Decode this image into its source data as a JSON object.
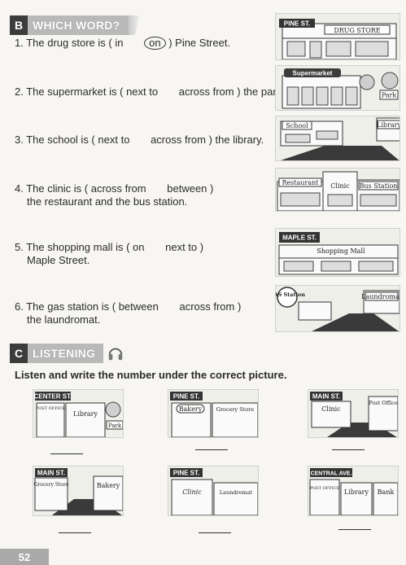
{
  "sectionB": {
    "letter": "B",
    "title": "WHICH WORD?",
    "questions": [
      {
        "num": "1.",
        "pre": "The drug store is (",
        "opt1": "in",
        "opt2": "on",
        "post": ") Pine Street."
      },
      {
        "num": "2.",
        "pre": "The supermarket is (",
        "opt1": "next to",
        "opt2": "across from",
        "post": ") the park."
      },
      {
        "num": "3.",
        "pre": "The school is (",
        "opt1": "next to",
        "opt2": "across from",
        "post": ") the library."
      },
      {
        "num": "4.",
        "pre": "The clinic is (",
        "opt1": "across from",
        "opt2": "between",
        "post": ")",
        "line2": "the restaurant and the bus station."
      },
      {
        "num": "5.",
        "pre": "The shopping mall is (",
        "opt1": "on",
        "opt2": "next to",
        "post": ")",
        "line2": "Maple Street."
      },
      {
        "num": "6.",
        "pre": "The gas station is (",
        "opt1": "between",
        "opt2": "across from",
        "post": ")",
        "line2": "the laundromat."
      }
    ],
    "scenes": {
      "s1": {
        "street": "PINE ST.",
        "store": "DRUG STORE"
      },
      "s2": {
        "store": "Supermarket",
        "park": "Park"
      },
      "s3": {
        "school": "School",
        "library": "Library"
      },
      "s4": {
        "restaurant": "Restaurant",
        "clinic": "Clinic",
        "bus": "Bus Station"
      },
      "s5": {
        "street": "MAPLE ST.",
        "mall": "Shopping Mall"
      },
      "s6": {
        "gas": "GAS Station",
        "laundromat": "Laundromat"
      }
    }
  },
  "sectionC": {
    "letter": "C",
    "title": "LISTENING",
    "instruction": "Listen and write the number under the correct picture.",
    "pictures": [
      {
        "street": "CENTER ST.",
        "b1": "POST OFFICE",
        "b2": "Library",
        "b3": "Park"
      },
      {
        "street": "PINE ST.",
        "b1": "Bakery",
        "b2": "Grocery Store"
      },
      {
        "street": "MAIN ST.",
        "b1": "Clinic",
        "b2": "Post Office"
      },
      {
        "street": "MAIN ST.",
        "b1": "Grocery Store",
        "b2": "Bakery"
      },
      {
        "street": "PINE ST.",
        "b1": "Clinic",
        "b2": "Laundromat"
      },
      {
        "street": "CENTRAL AVE.",
        "b1": "POST OFFICE",
        "b2": "Library",
        "b3": "Bank"
      }
    ]
  },
  "page_number": "52"
}
